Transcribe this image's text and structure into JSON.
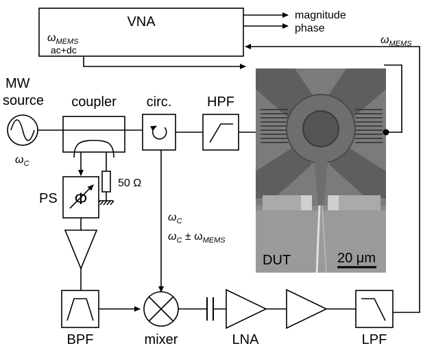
{
  "vna": {
    "title": "VNA",
    "mems_symbol": "ω",
    "mems_sub": "MEMS",
    "acdc": "ac+dc"
  },
  "outputs": {
    "magnitude": "magnitude",
    "phase": "phase"
  },
  "feedback": {
    "symbol": "ω",
    "sub": "MEMS"
  },
  "source": {
    "line1": "MW",
    "line2": "source",
    "omega": "ω",
    "omega_sub": "C"
  },
  "labels": {
    "coupler": "coupler",
    "circ": "circ.",
    "hpf": "HPF",
    "ps": "PS",
    "ps_symbol": "Φ",
    "resistor": "50 Ω",
    "bpf": "BPF",
    "mixer": "mixer",
    "lna": "LNA",
    "lpf": "LPF"
  },
  "mixer_out": {
    "line1_symbol": "ω",
    "line1_sub": "C",
    "line2_symbol": "ω",
    "line2_sub": "C",
    "line2_mid": " ± ω",
    "line2_sub2": "MEMS"
  },
  "device": {
    "label": "DUT",
    "scale": "20 μm"
  }
}
